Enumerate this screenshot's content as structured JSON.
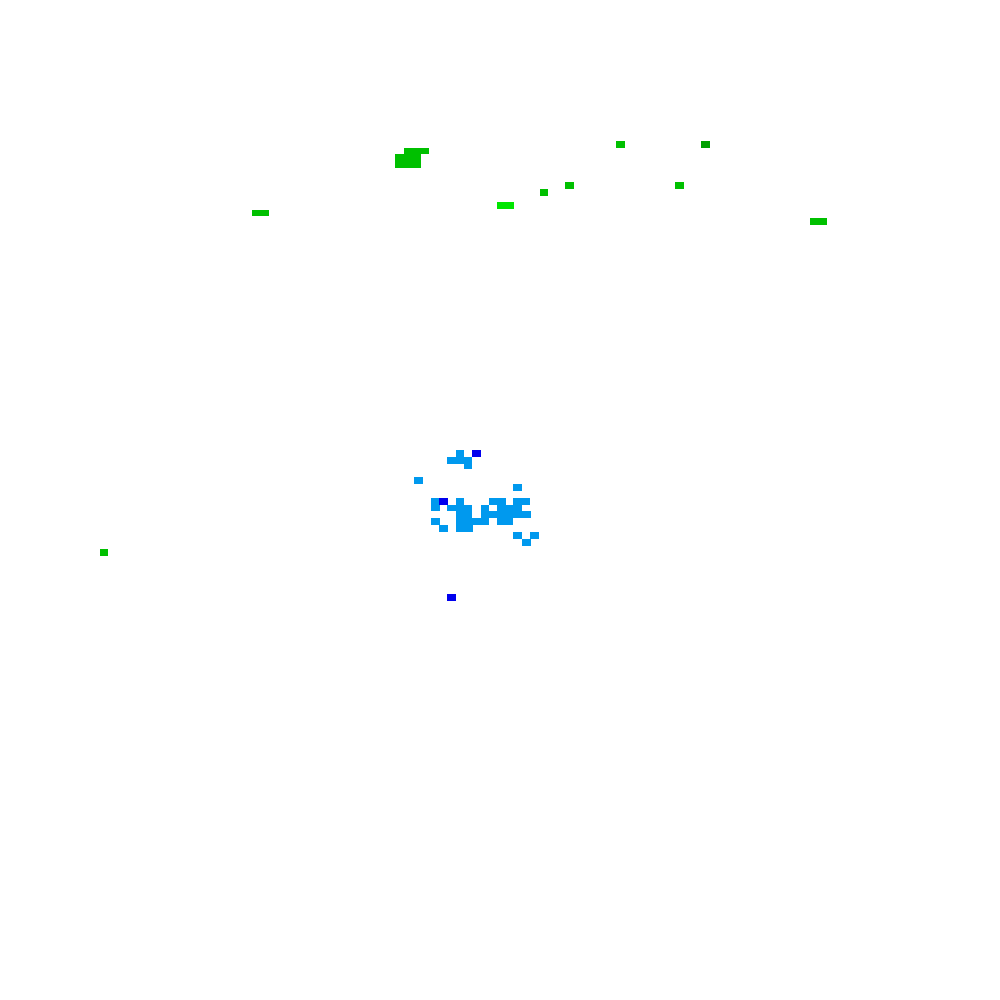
{
  "canvas": {
    "background": "#ffffff"
  },
  "colors": {
    "green": "#00c000",
    "green_bright": "#00e600",
    "green_dark": "#00a000",
    "cyan_blue": "#0099ee",
    "blue": "#0000ee"
  },
  "layers": [
    {
      "name": "green-cells-layer",
      "color_key": "green"
    },
    {
      "name": "blue-cells-layer",
      "color_key": "cyan_blue"
    },
    {
      "name": "dark-blue-cells-layer",
      "color_key": "blue"
    }
  ]
}
